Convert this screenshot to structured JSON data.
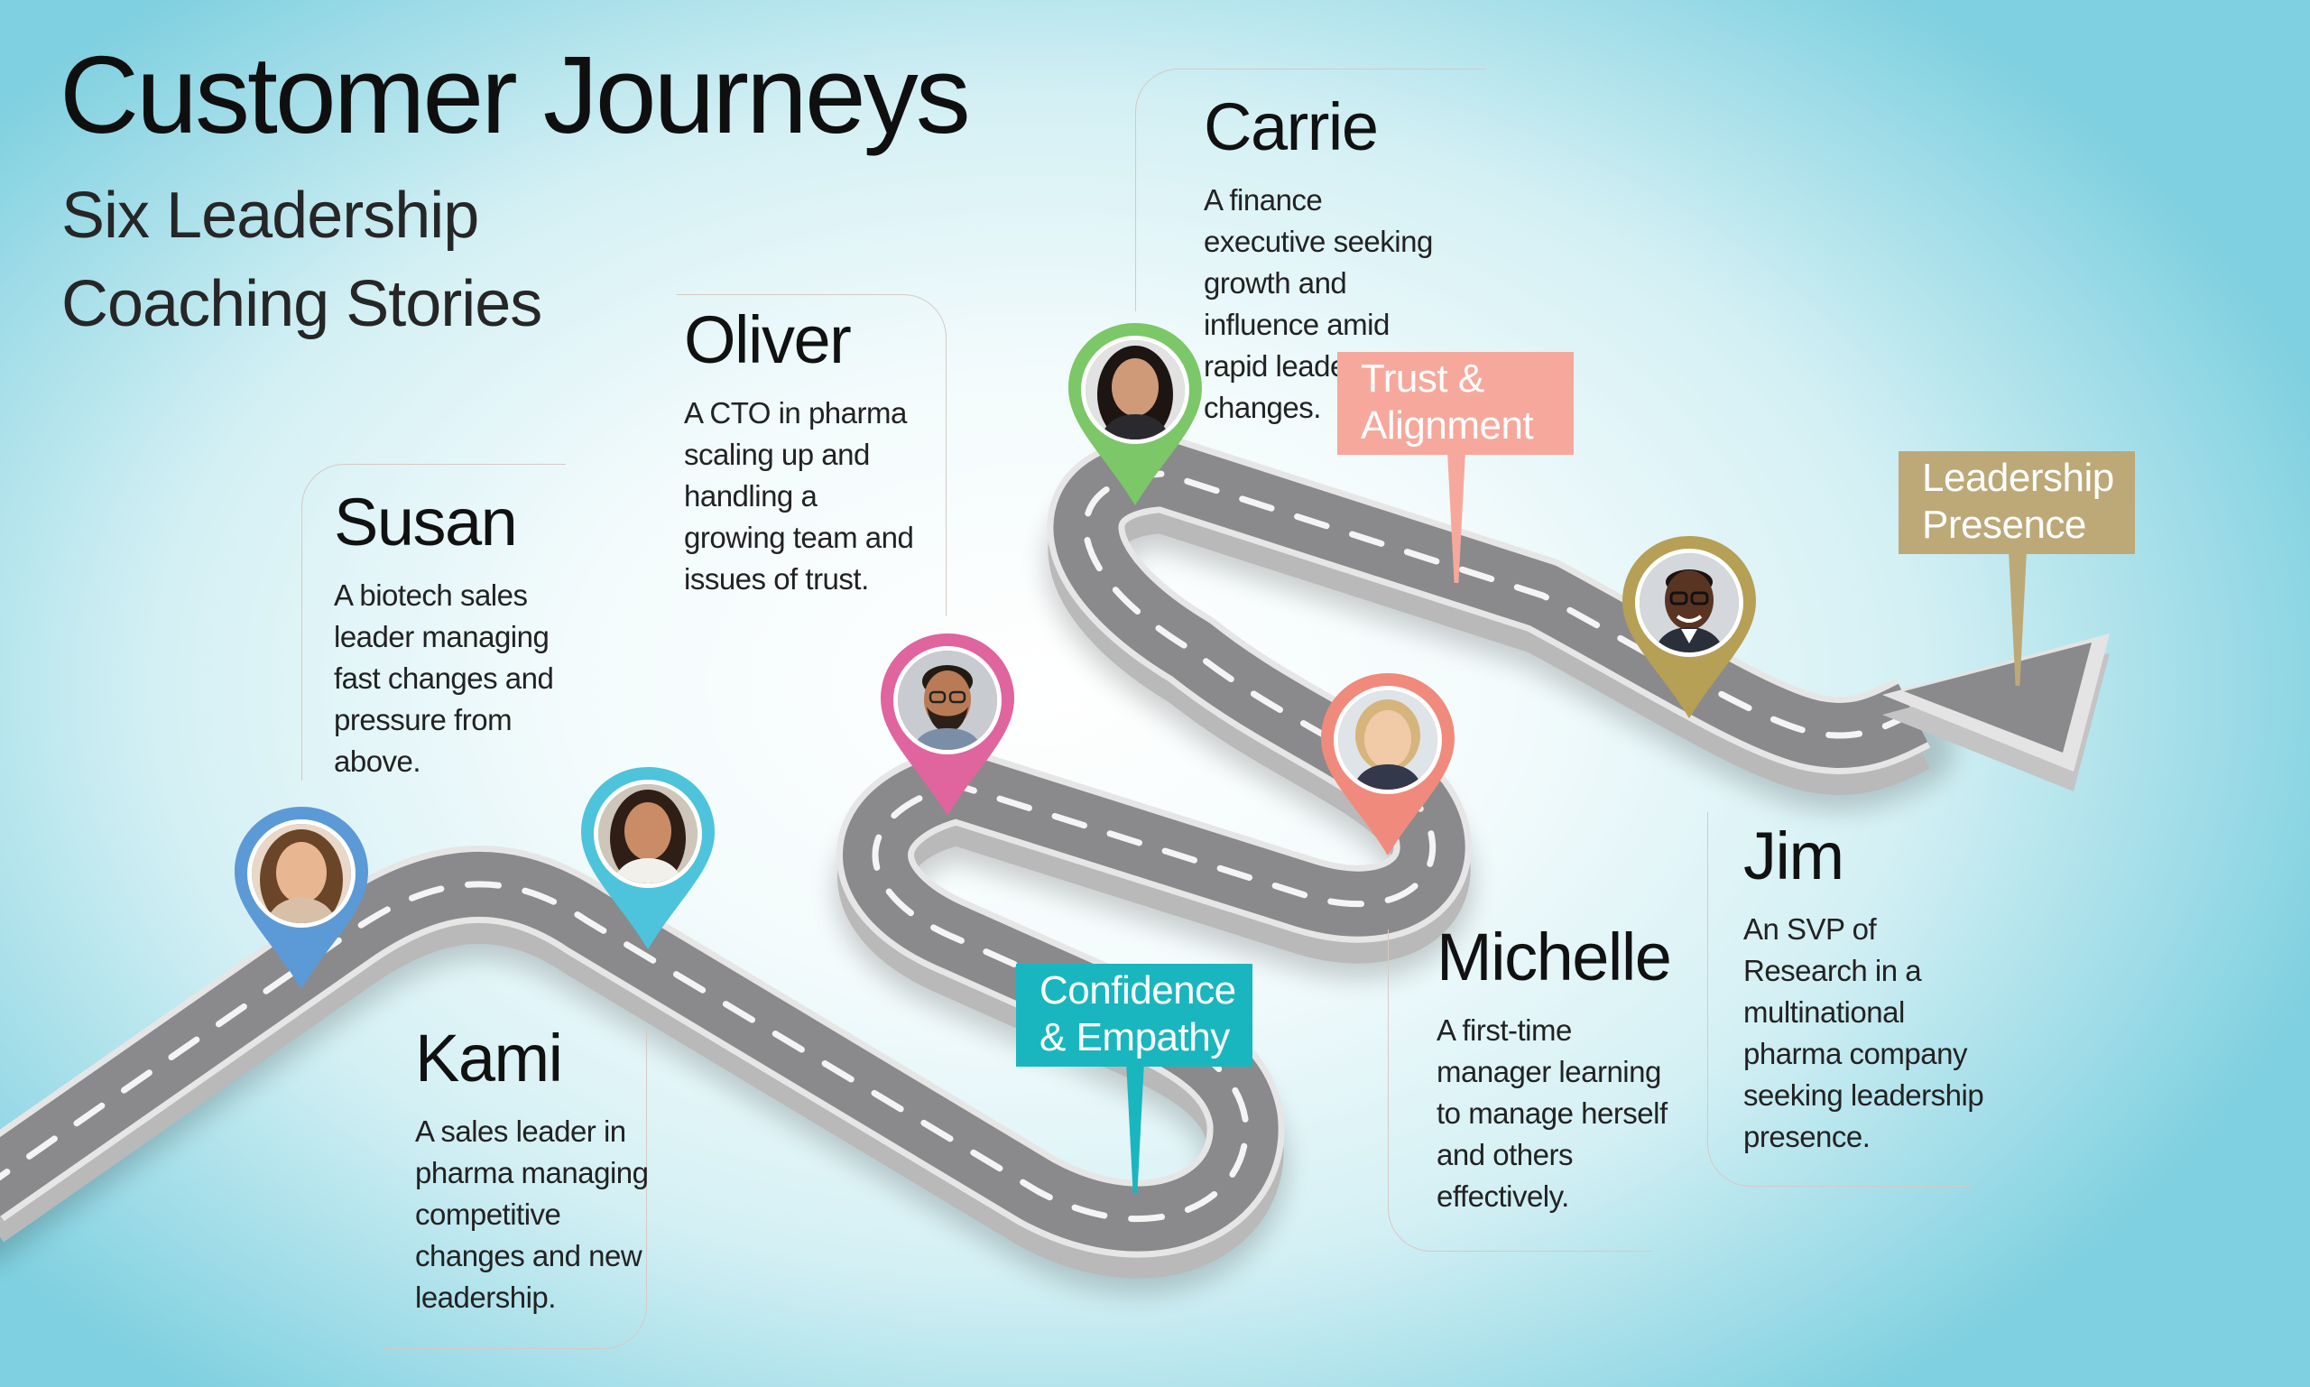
{
  "header": {
    "title": "Customer Journeys",
    "subtitle": "Six Leadership Coaching Stories"
  },
  "stories": [
    {
      "name": "Susan",
      "description": "A biotech sales leader managing fast changes and pressure from above.",
      "pin_color": "#5b9ad6",
      "avatar": "avatar-woman-brown-hair"
    },
    {
      "name": "Kami",
      "description": "A sales leader in pharma managing competitive changes and new leadership.",
      "pin_color": "#4ec3dc",
      "avatar": "avatar-woman-dark-hair"
    },
    {
      "name": "Oliver",
      "description": "A CTO in pharma scaling up and handling a growing team and issues of trust.",
      "pin_color": "#e0649e",
      "avatar": "avatar-man-glasses-beard"
    },
    {
      "name": "Carrie",
      "description": "A finance executive seeking growth and influence amid rapid leadership changes.",
      "pin_color": "#7cc767",
      "avatar": "avatar-woman-black-hair"
    },
    {
      "name": "Michelle",
      "description": "A first-time manager learning to manage herself and others effectively.",
      "pin_color": "#f08a7c",
      "avatar": "avatar-woman-blonde"
    },
    {
      "name": "Jim",
      "description": "An SVP of Research in a multinational pharma company seeking leadership presence.",
      "pin_color": "#b5a055",
      "avatar": "avatar-man-glasses"
    }
  ],
  "milestones": [
    {
      "label": "Confidence & Empathy",
      "color": "#1ab6bf"
    },
    {
      "label": "Trust & Alignment",
      "color": "#f7a89c"
    },
    {
      "label": "Leadership Presence",
      "color": "#bda977"
    }
  ]
}
